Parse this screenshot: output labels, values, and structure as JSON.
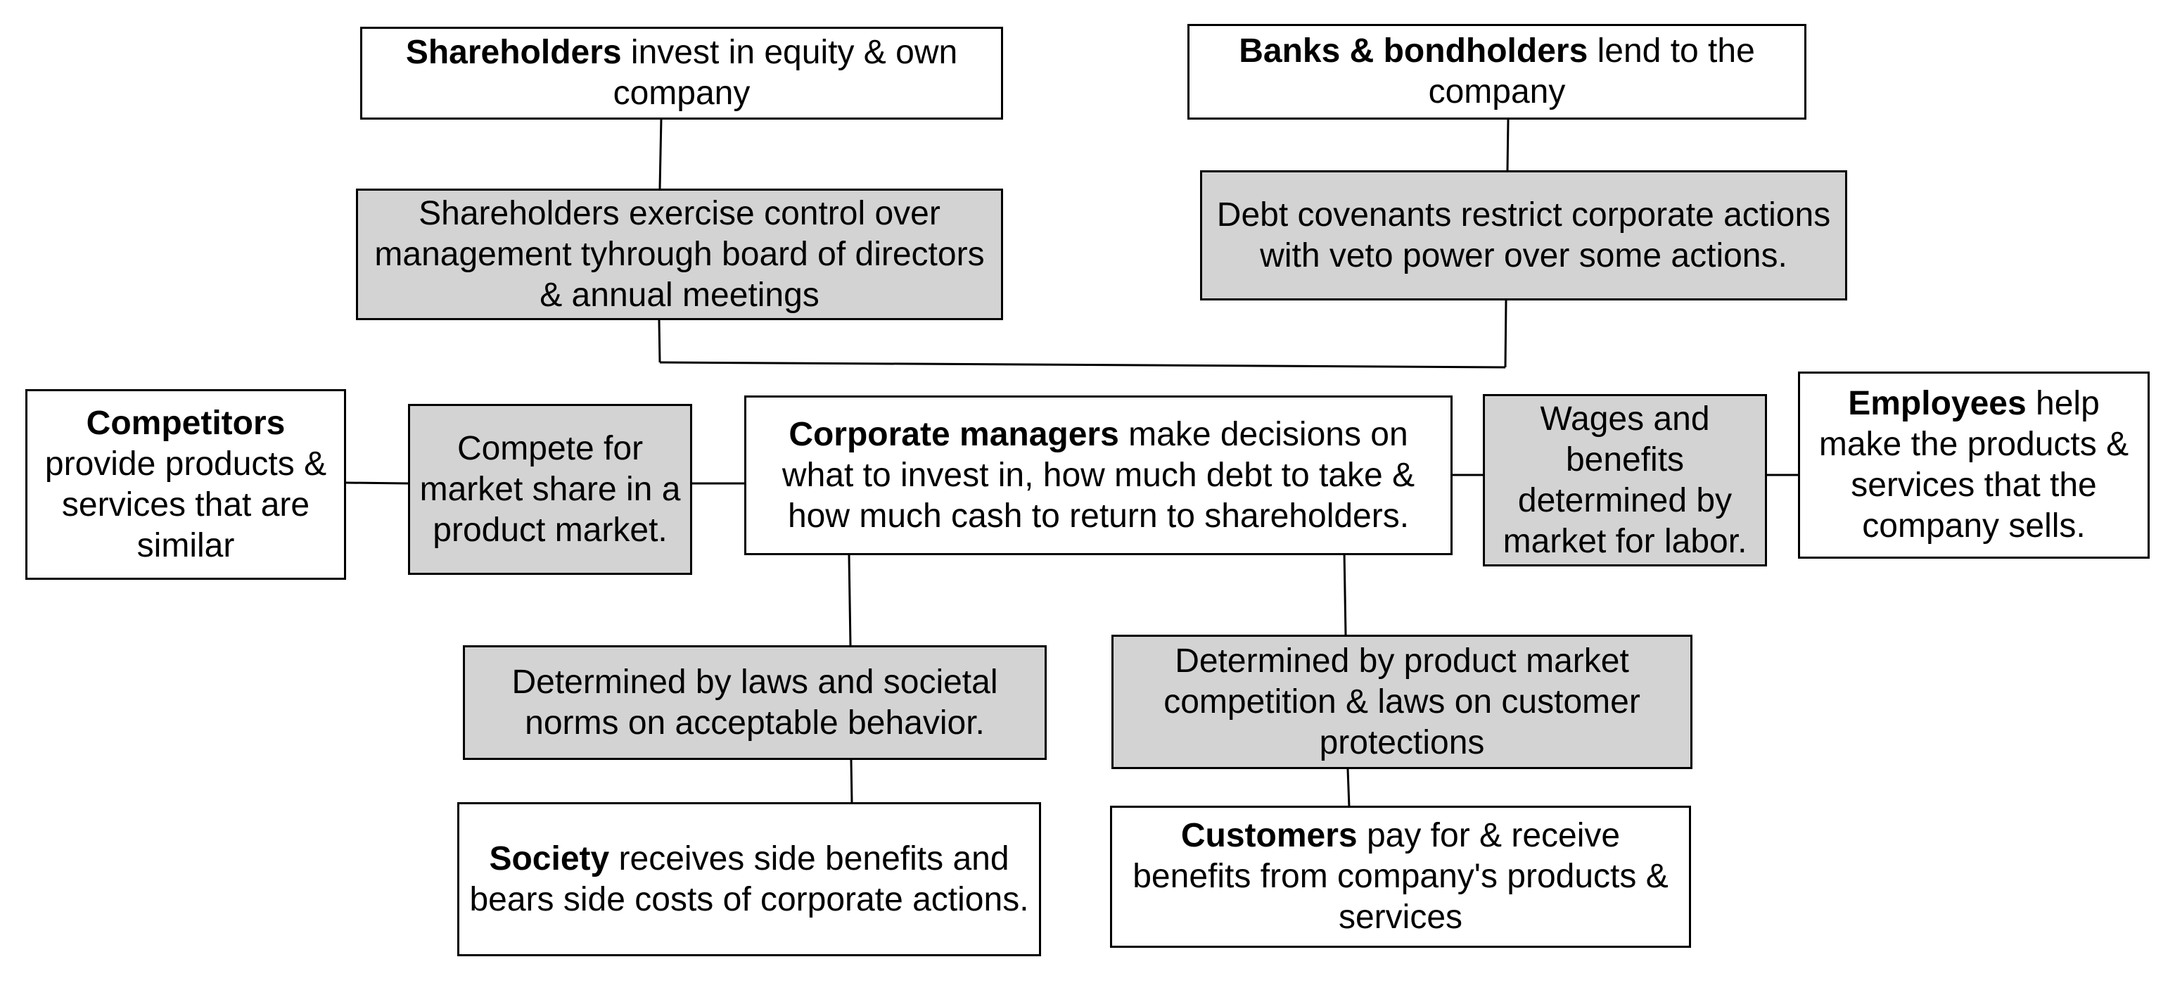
{
  "colors": {
    "entity_fill": "#ffffff",
    "mechanism_fill": "#d3d3d3",
    "border": "#000000",
    "connector": "#000000"
  },
  "shareholders": {
    "name": "Shareholders",
    "text": " invest in equity & own company"
  },
  "shareholder_control": {
    "text": "Shareholders exercise control over management tyhrough board of directors & annual meetings"
  },
  "banks": {
    "name": "Banks & bondholders",
    "text": " lend to the company"
  },
  "debt_covenants": {
    "text": "Debt covenants restrict corporate actions with veto power over some actions."
  },
  "competitors": {
    "name": "Competitors",
    "text": "provide products & services that are similar"
  },
  "compete_market": {
    "text": "Compete for market share in a product market."
  },
  "managers": {
    "name": "Corporate managers",
    "text": " make decisions on what to invest in, how much debt to take & how much cash to return to shareholders."
  },
  "wages": {
    "text": "Wages and benefits determined by market for labor."
  },
  "employees": {
    "name": "Employees",
    "text": " help make the products & services that the company sells."
  },
  "laws_norms": {
    "text": "Determined by laws and societal norms on acceptable behavior."
  },
  "product_competition": {
    "text": "Determined by product market competition & laws on customer protections"
  },
  "society": {
    "name": "Society",
    "text": " receives side benefits and bears side costs of corporate actions."
  },
  "customers": {
    "name": "Customers",
    "text": " pay for & receive benefits from  company's products & services"
  }
}
